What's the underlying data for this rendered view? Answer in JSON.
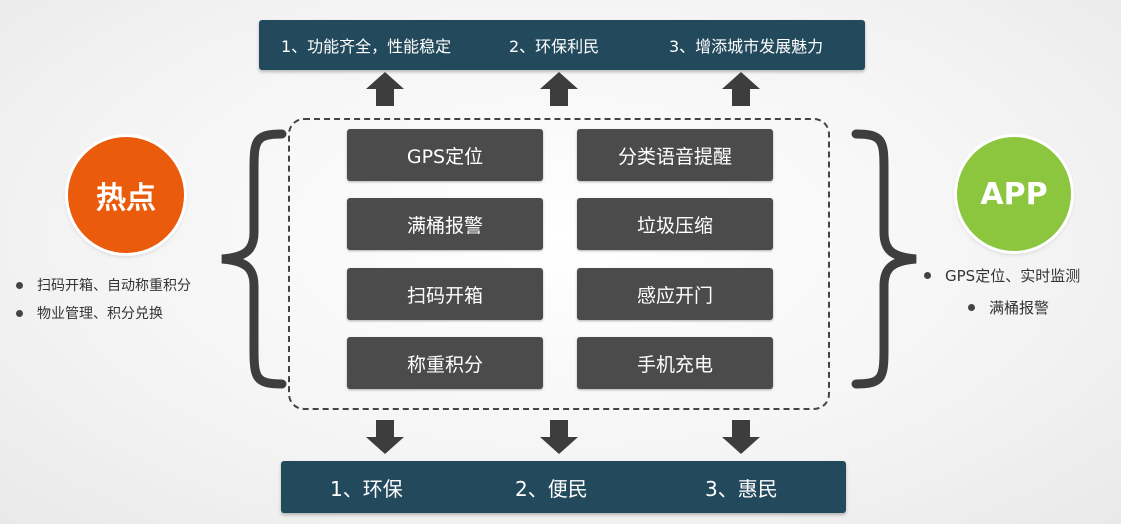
{
  "top_banner": {
    "items": [
      "1、功能齐全，性能稳定",
      "2、环保利民",
      "3、增添城市发展魅力"
    ]
  },
  "bottom_banner": {
    "items": [
      "1、环保",
      "2、便民",
      "3、惠民"
    ]
  },
  "features": {
    "left": [
      "GPS定位",
      "满桶报警",
      "扫码开箱",
      "称重积分"
    ],
    "right": [
      "分类语音提醒",
      "垃圾压缩",
      "感应开门",
      "手机充电"
    ]
  },
  "left_panel": {
    "circle_label": "热点",
    "bullets": [
      "扫码开箱、自动称重积分",
      "物业管理、积分兑换"
    ]
  },
  "right_panel": {
    "circle_label": "APP",
    "bullets": [
      "GPS定位、实时监测",
      "满桶报警"
    ]
  },
  "colors": {
    "banner": "#234a5c",
    "feature_box": "#4b4b4b",
    "hot_circle": "#ea5b0c",
    "app_circle": "#8cc63f",
    "arrow": "#3d3d3d"
  }
}
